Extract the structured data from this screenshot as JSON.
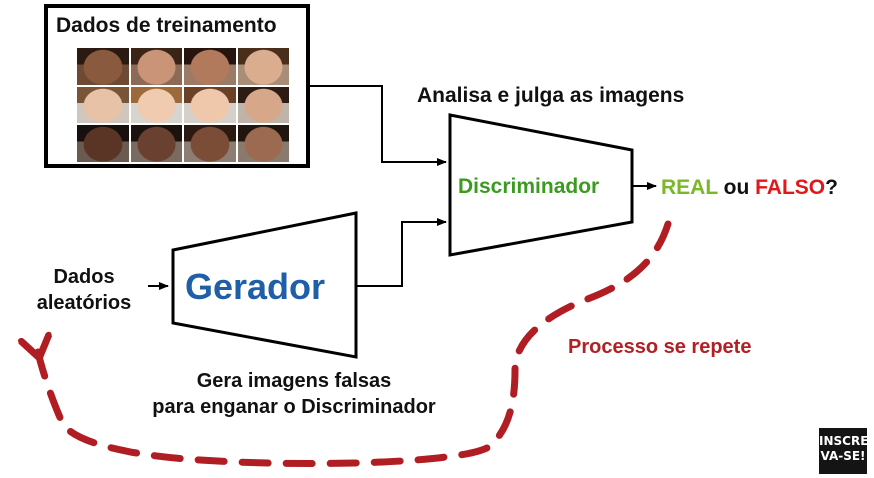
{
  "training_data": {
    "title": "Dados de treinamento",
    "faces": [
      {
        "skin": "#8a5a3f",
        "hair": "#2a1a12",
        "bg": "#6e4a35"
      },
      {
        "skin": "#c99477",
        "hair": "#3a2418",
        "bg": "#8d6a55"
      },
      {
        "skin": "#b27a5c",
        "hair": "#25150e",
        "bg": "#9c7a66"
      },
      {
        "skin": "#d9ad8e",
        "hair": "#4a2e1c",
        "bg": "#a98d78"
      },
      {
        "skin": "#e7c2a6",
        "hair": "#7a5436",
        "bg": "#cfc6bd"
      },
      {
        "skin": "#f0cbb0",
        "hair": "#9c6a3a",
        "bg": "#d8d4cf"
      },
      {
        "skin": "#efc8ac",
        "hair": "#6a4126",
        "bg": "#d6d0ca"
      },
      {
        "skin": "#d6a889",
        "hair": "#2c1c14",
        "bg": "#bfb4aa"
      },
      {
        "skin": "#5a3526",
        "hair": "#17100c",
        "bg": "#6b5a50"
      },
      {
        "skin": "#6a4030",
        "hair": "#1b120e",
        "bg": "#7a6a60"
      },
      {
        "skin": "#7b4c36",
        "hair": "#2a1a12",
        "bg": "#8e7d72"
      },
      {
        "skin": "#9b6a50",
        "hair": "#20150f",
        "bg": "#8a7a6e"
      }
    ]
  },
  "discriminator": {
    "label": "Discriminador",
    "caption": "Analisa e julga as imagens",
    "label_color": "#3c9a21"
  },
  "generator": {
    "label": "Gerador",
    "caption_line1": "Gera imagens falsas",
    "caption_line2": "para enganar o Discriminador",
    "label_color": "#1f5fa8"
  },
  "noise": {
    "line1": "Dados",
    "line2": "aleatórios"
  },
  "output": {
    "real": "REAL",
    "connector": "ou",
    "fake": "FALSO",
    "question": "?",
    "real_color": "#7ab828",
    "fake_color": "#e1181b"
  },
  "loop": {
    "label": "Processo se repete",
    "color": "#b32024"
  },
  "subscribe_badge": {
    "line1": "INSCRE",
    "line2": "VA-SE!"
  }
}
